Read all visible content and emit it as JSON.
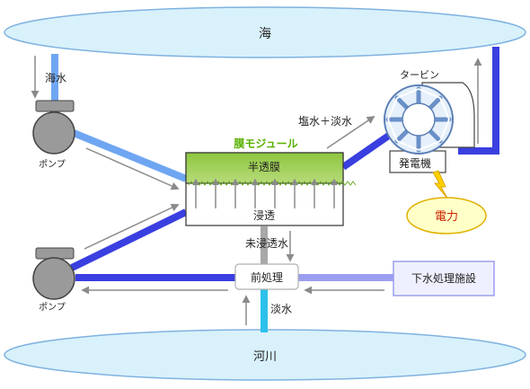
{
  "labels": {
    "sea": "海",
    "seawater": "海水",
    "pump_top": "ポンプ",
    "pump_bottom": "ポンプ",
    "membrane_module": "膜モジュール",
    "semipermeable_membrane": "半透膜",
    "osmosis": "浸透",
    "salt_fresh_water": "塩水＋淡水",
    "turbine": "タービン",
    "generator": "発電機",
    "power": "電力",
    "non_permeate_water": "未浸透水",
    "pretreatment": "前処理",
    "sewage_plant": "下水処理施設",
    "fresh_water": "淡水",
    "river": "河川"
  },
  "colors": {
    "sea_fill": "#d8f1fb",
    "sea_stroke": "#7fb2e0",
    "seawater_pipe": "#6fa6f2",
    "mixed_pipe": "#3a3fe0",
    "freshwater_pipe": "#2dc0ea",
    "sewage_pipe": "#9b9ef0",
    "membrane_green": "#8ec63f",
    "module_label_green": "#56b000",
    "power_fill": "#ffffc8",
    "power_stroke": "#e0b000",
    "arrow_gray": "#8a8a8a"
  }
}
